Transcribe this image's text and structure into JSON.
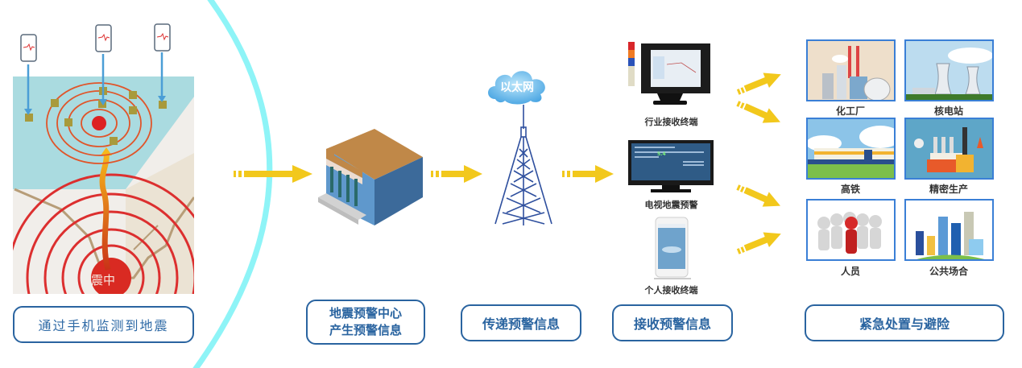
{
  "stages": [
    {
      "id": "detect",
      "label": "通过手机监测到地震"
    },
    {
      "id": "center",
      "label_line1": "地震预警中心",
      "label_line2": "产生预警信息"
    },
    {
      "id": "transmit",
      "label": "传递预警信息"
    },
    {
      "id": "receive",
      "label": "接收预警信息"
    },
    {
      "id": "respond",
      "label": "紧急处置与避险"
    }
  ],
  "epicenter_label": "震中",
  "network_label": "以太网",
  "receivers": [
    {
      "label": "行业接收终端"
    },
    {
      "label": "电视地震预警"
    },
    {
      "label": "个人接收终端"
    }
  ],
  "tv_screen": {
    "magnitude": "5.4"
  },
  "scenes": [
    {
      "label": "化工厂"
    },
    {
      "label": "核电站"
    },
    {
      "label": "高铁"
    },
    {
      "label": "精密生产"
    },
    {
      "label": "人员"
    },
    {
      "label": "公共场合"
    }
  ],
  "colors": {
    "accent_blue": "#2a64a0",
    "arrow_yellow": "#f2c81c",
    "arc_cyan": "#8ef4f7",
    "scene_border": "#3a7fd6",
    "epicenter_red": "#d92a22"
  }
}
